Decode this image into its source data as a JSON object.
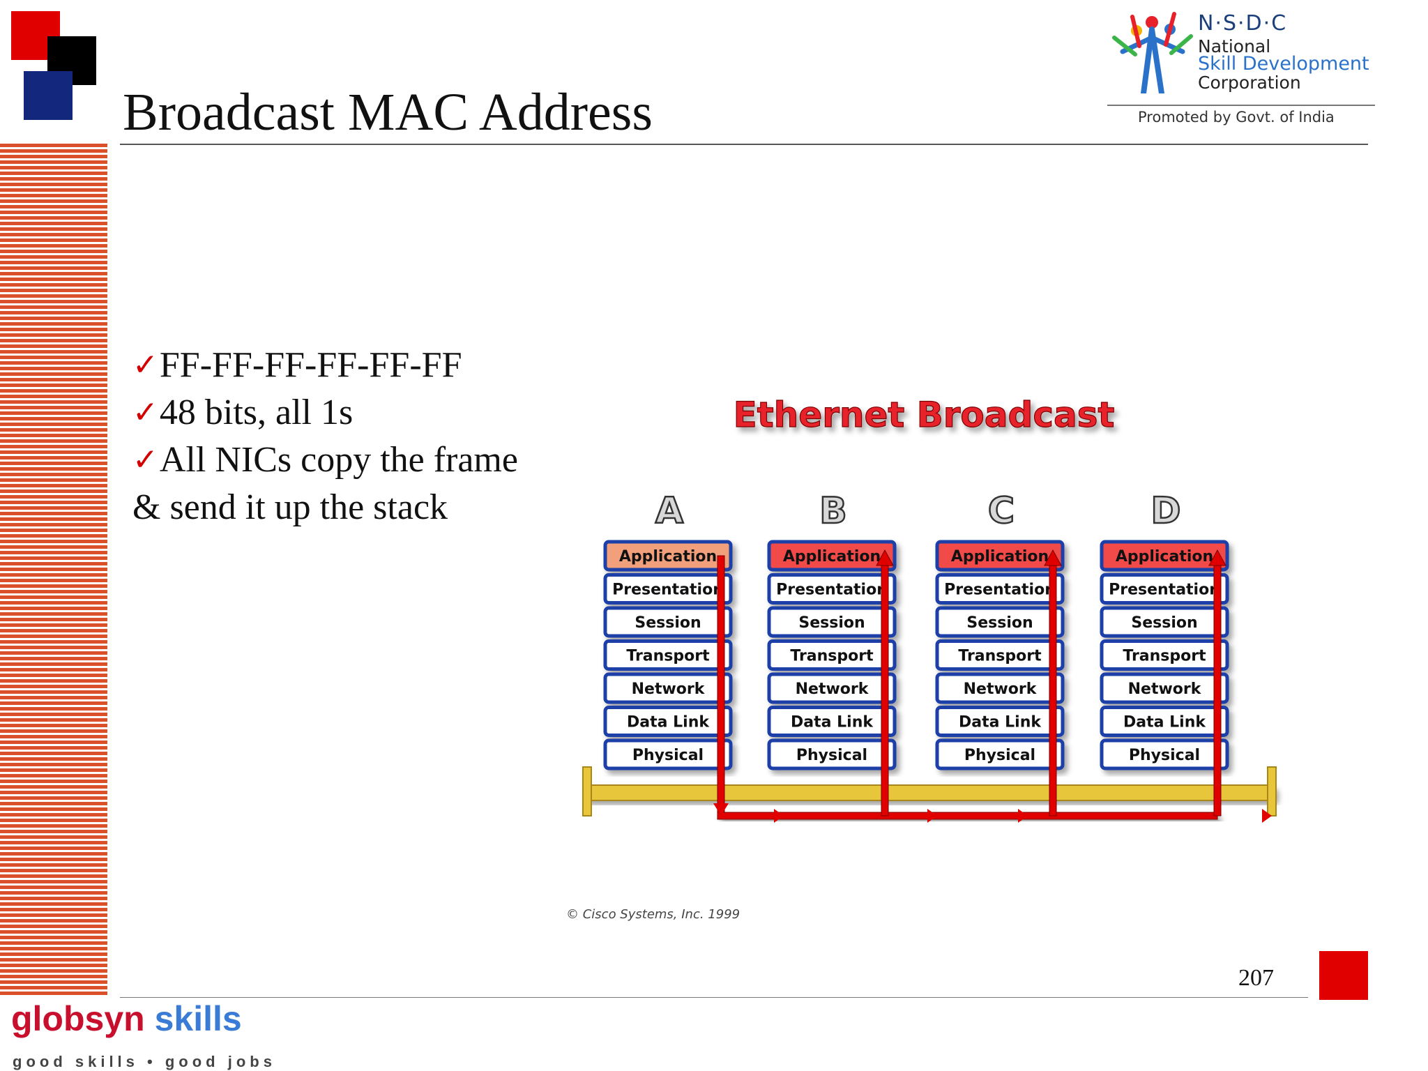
{
  "slide": {
    "title": "Broadcast MAC Address",
    "page_number": "207"
  },
  "bullets": [
    "FF-FF-FF-FF-FF-FF",
    "48 bits, all 1s",
    "All NICs copy the frame & send it up the stack"
  ],
  "bullet_marker": "✓",
  "nsdc_logo": {
    "letters": "N·S·D·C",
    "line1": "National",
    "line2": "Skill Development",
    "line3": "Corporation",
    "promoted": "Promoted by Govt. of India"
  },
  "footer_logo": {
    "brand_part1": "globsyn",
    "brand_part2": "skills",
    "tagline": "good skills • good jobs"
  },
  "diagram": {
    "title": "Ethernet Broadcast",
    "copyright": "© Cisco Systems, Inc. 1999",
    "hosts": [
      "A",
      "B",
      "C",
      "D"
    ],
    "layers": [
      "Application",
      "Presentation",
      "Session",
      "Transport",
      "Network",
      "Data Link",
      "Physical"
    ],
    "colors": {
      "title_red": "#e8202a",
      "layer_border": "#1f3fa8",
      "application_source": "#f2a07b",
      "application_receiver": "#f24a4a",
      "bus_yellow": "#e8c63a",
      "signal_red": "#e00000"
    }
  },
  "colors": {
    "stripe": "#d9502a",
    "square_red": "#e00000",
    "square_black": "#000000",
    "square_blue": "#13277d"
  }
}
